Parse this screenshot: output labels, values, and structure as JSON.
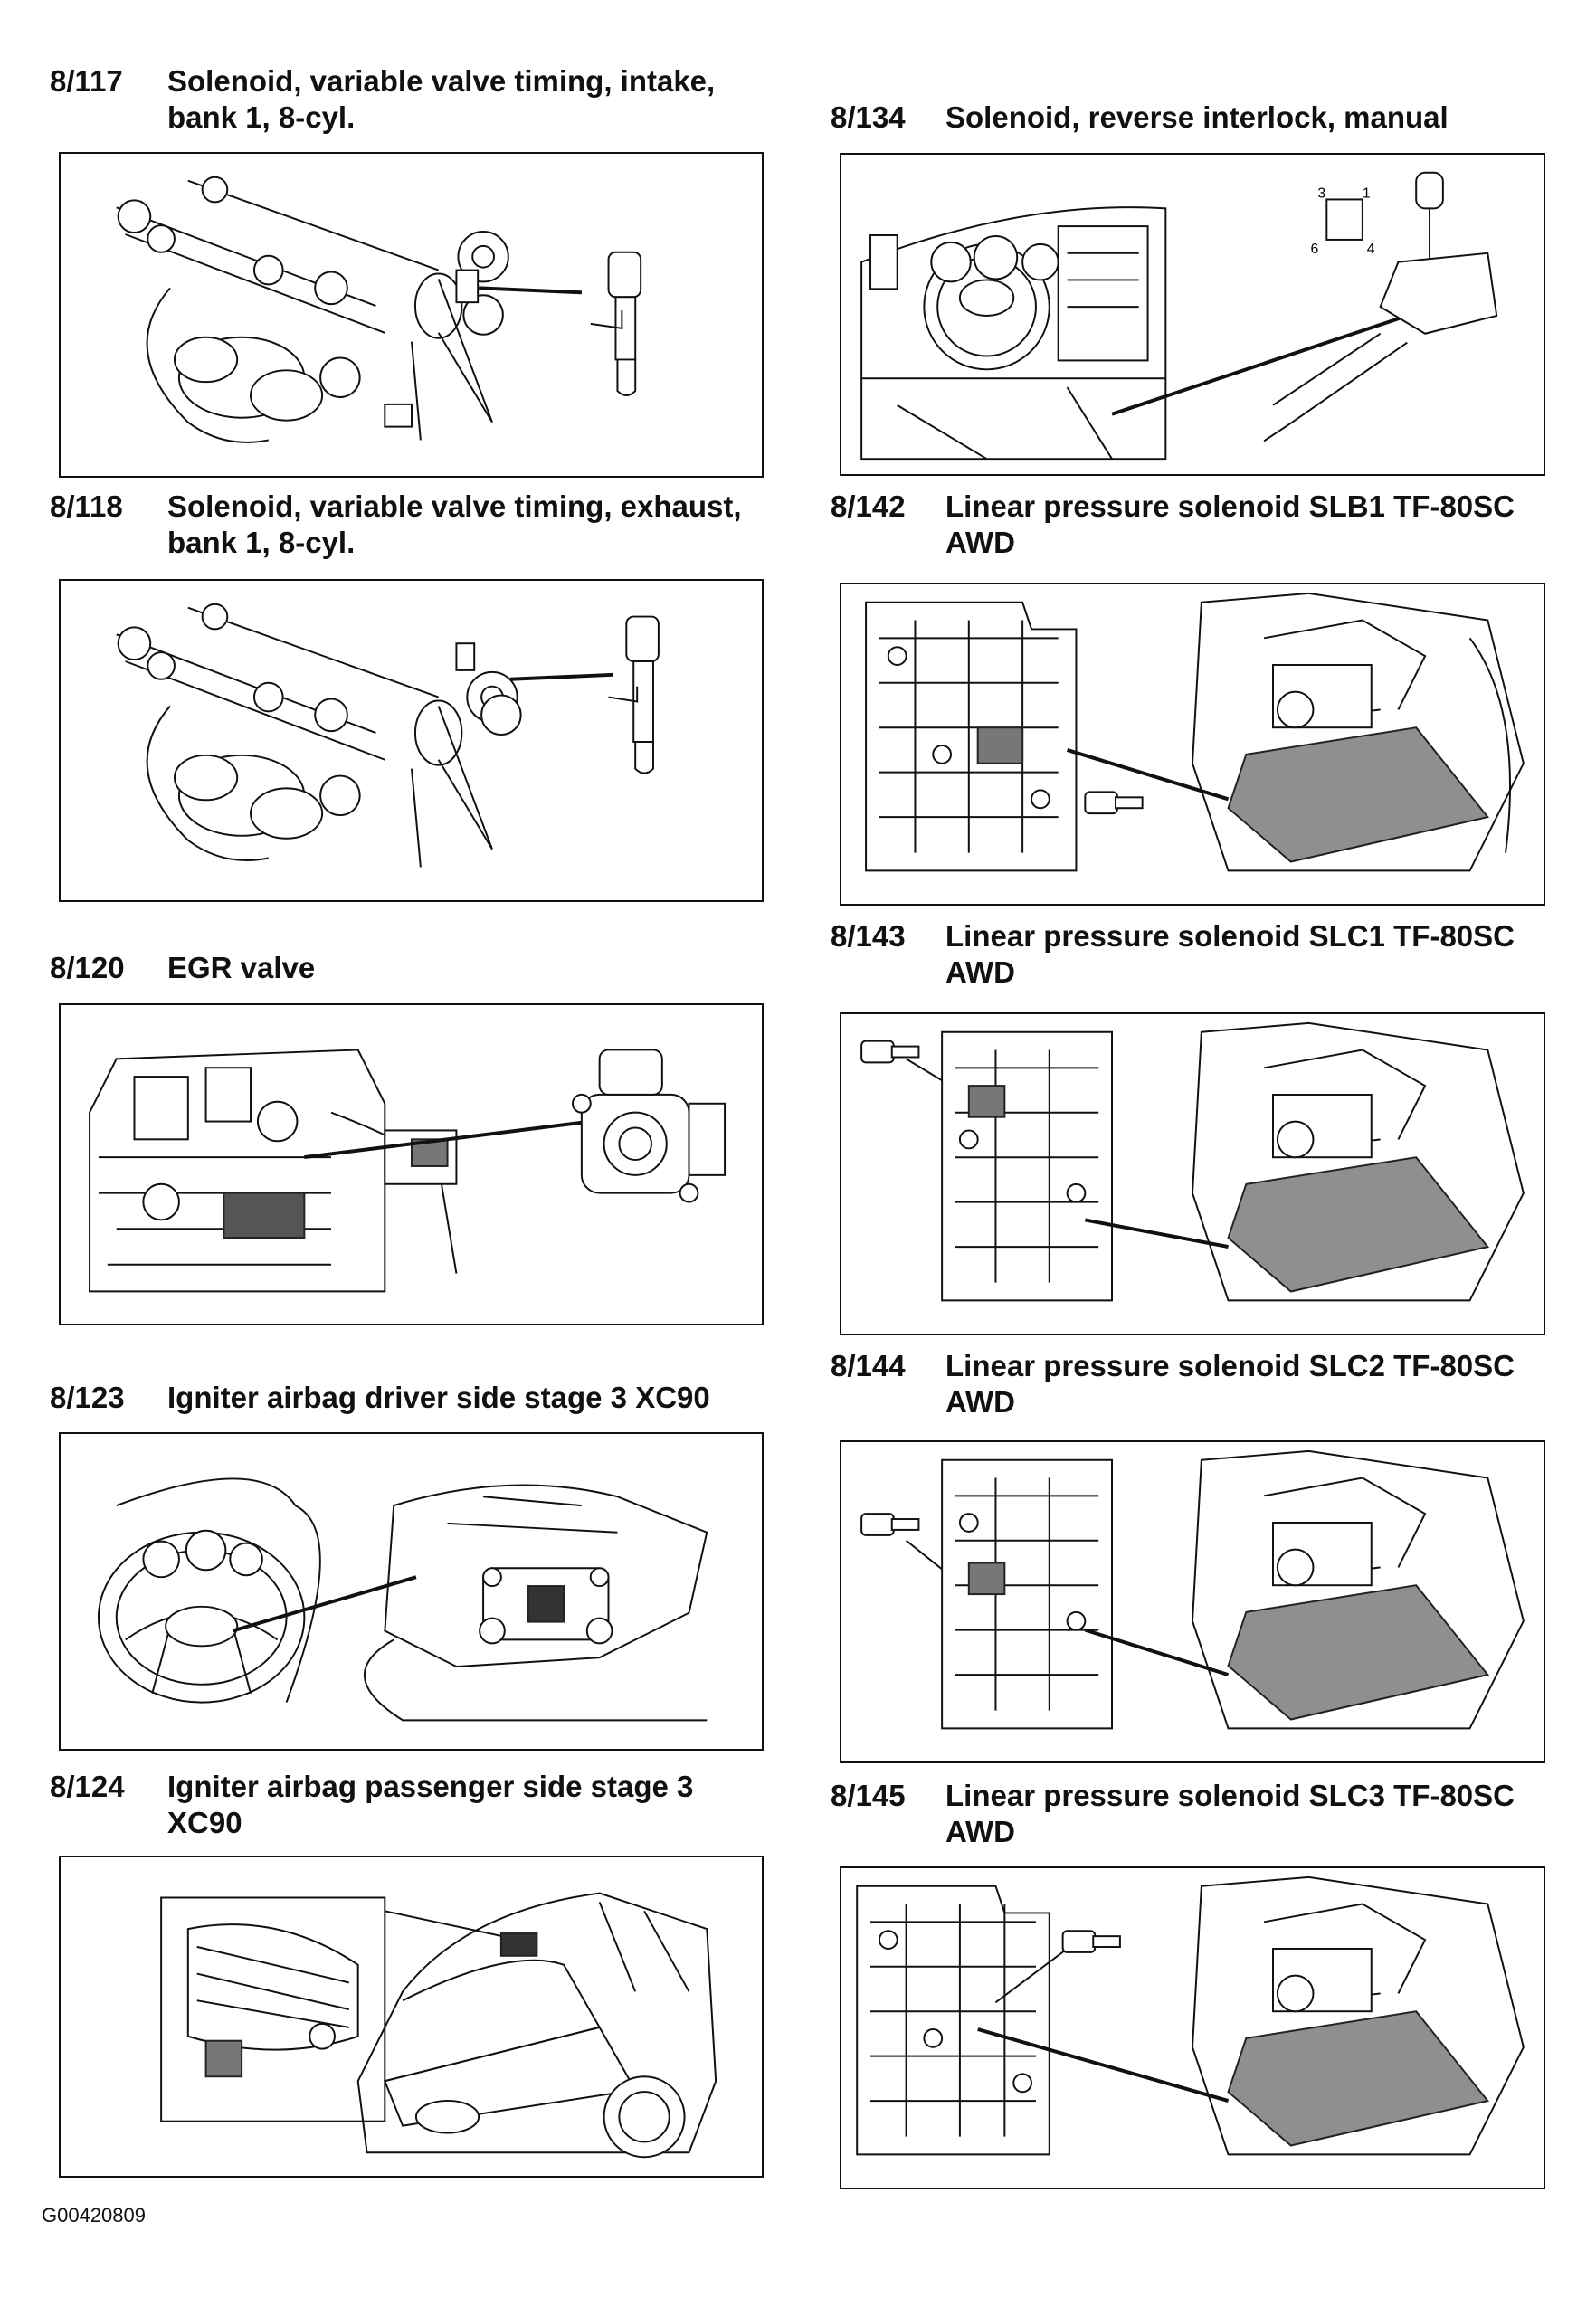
{
  "items": [
    {
      "number": "8/117",
      "title": "Solenoid, variable valve timing, intake,\nbank 1, 8-cyl.",
      "illustration": "vvt-intake-solenoid-illustration"
    },
    {
      "number": "8/118",
      "title": "Solenoid, variable valve timing, exhaust,\nbank 1, 8-cyl.",
      "illustration": "vvt-exhaust-solenoid-illustration"
    },
    {
      "number": "8/120",
      "title": "EGR valve",
      "illustration": "egr-valve-illustration"
    },
    {
      "number": "8/123",
      "title": "Igniter airbag driver side stage 3 XC90",
      "illustration": "driver-airbag-illustration"
    },
    {
      "number": "8/124",
      "title": "Igniter airbag passenger side stage 3\nXC90",
      "illustration": "passenger-airbag-illustration"
    },
    {
      "number": "8/134",
      "title": "Solenoid, reverse interlock, manual",
      "illustration": "reverse-interlock-illustration",
      "labels": [
        "3",
        "1",
        "6",
        "4"
      ]
    },
    {
      "number": "8/142",
      "title": "Linear pressure solenoid SLB1 TF-80SC\nAWD",
      "illustration": "slb1-solenoid-illustration"
    },
    {
      "number": "8/143",
      "title": "Linear pressure solenoid SLC1 TF-80SC\nAWD",
      "illustration": "slc1-solenoid-illustration"
    },
    {
      "number": "8/144",
      "title": "Linear pressure solenoid SLC2 TF-80SC\nAWD",
      "illustration": "slc2-solenoid-illustration"
    },
    {
      "number": "8/145",
      "title": "Linear pressure solenoid SLC3 TF-80SC\nAWD",
      "illustration": "slc3-solenoid-illustration"
    }
  ],
  "footer": {
    "reference": "G00420809"
  }
}
